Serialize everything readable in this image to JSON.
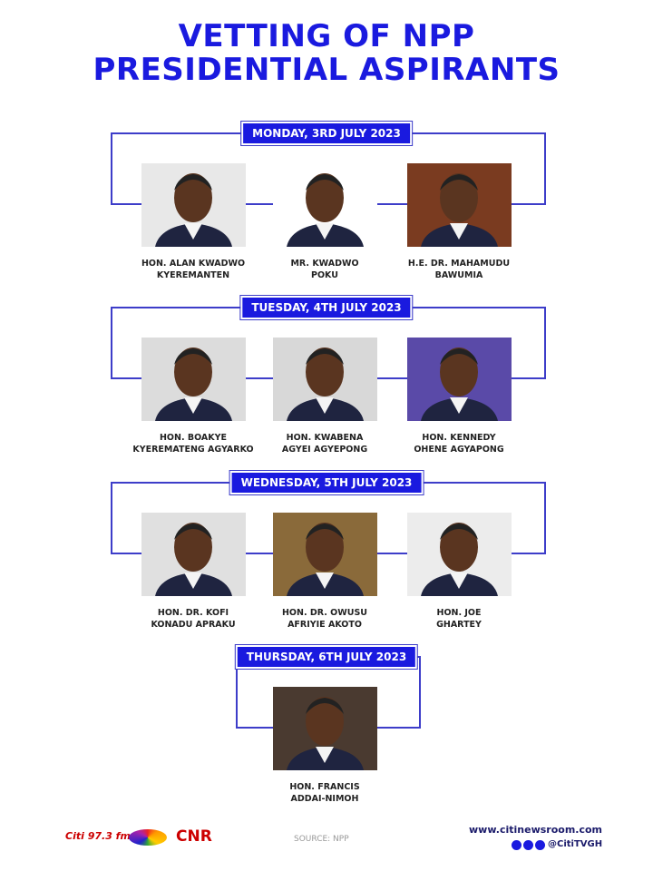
{
  "title_line1": "VETTING OF NPP",
  "title_line2": "PRESIDENTIAL ASPIRANTS",
  "accent_color": "#1a1adf",
  "days": [
    {
      "date": "MONDAY, 3RD JULY 2023",
      "aspirants": [
        {
          "line1": "HON. ALAN KWADWO",
          "line2": "KYEREMANTEN",
          "bg": "#e8e8e8"
        },
        {
          "line1": "MR. KWADWO",
          "line2": "POKU",
          "bg": "#ffffff"
        },
        {
          "line1": "H.E. DR. MAHAMUDU",
          "line2": "BAWUMIA",
          "bg": "#7a3b20"
        }
      ]
    },
    {
      "date": "TUESDAY, 4TH JULY 2023",
      "aspirants": [
        {
          "line1": "HON. BOAKYE",
          "line2": "KYEREMATENG AGYARKO",
          "bg": "#dcdcdc"
        },
        {
          "line1": "HON. KWABENA",
          "line2": "AGYEI AGYEPONG",
          "bg": "#d8d8d8"
        },
        {
          "line1": "HON. KENNEDY",
          "line2": "OHENE AGYAPONG",
          "bg": "#5a4aa8"
        }
      ]
    },
    {
      "date": "WEDNESDAY, 5TH JULY 2023",
      "aspirants": [
        {
          "line1": "HON. DR. KOFI",
          "line2": "KONADU APRAKU",
          "bg": "#e0e0e0"
        },
        {
          "line1": "HON. DR. OWUSU",
          "line2": "AFRIYIE AKOTO",
          "bg": "#8a6a3a"
        },
        {
          "line1": "HON. JOE",
          "line2": "GHARTEY",
          "bg": "#ececec"
        }
      ]
    },
    {
      "date": "THURSDAY, 6TH JULY 2023",
      "aspirants": [
        {
          "line1": "HON. FRANCIS",
          "line2": "ADDAI-NIMOH",
          "bg": "#4a3a30"
        }
      ]
    }
  ],
  "footer": {
    "logos": [
      "Citi 97.3 fm",
      "CNR"
    ],
    "source": "SOURCE: NPP",
    "website": "www.citinewsroom.com",
    "handle": "@CitiTVGH",
    "social_icons": [
      "facebook-icon",
      "twitter-icon",
      "instagram-icon"
    ]
  }
}
